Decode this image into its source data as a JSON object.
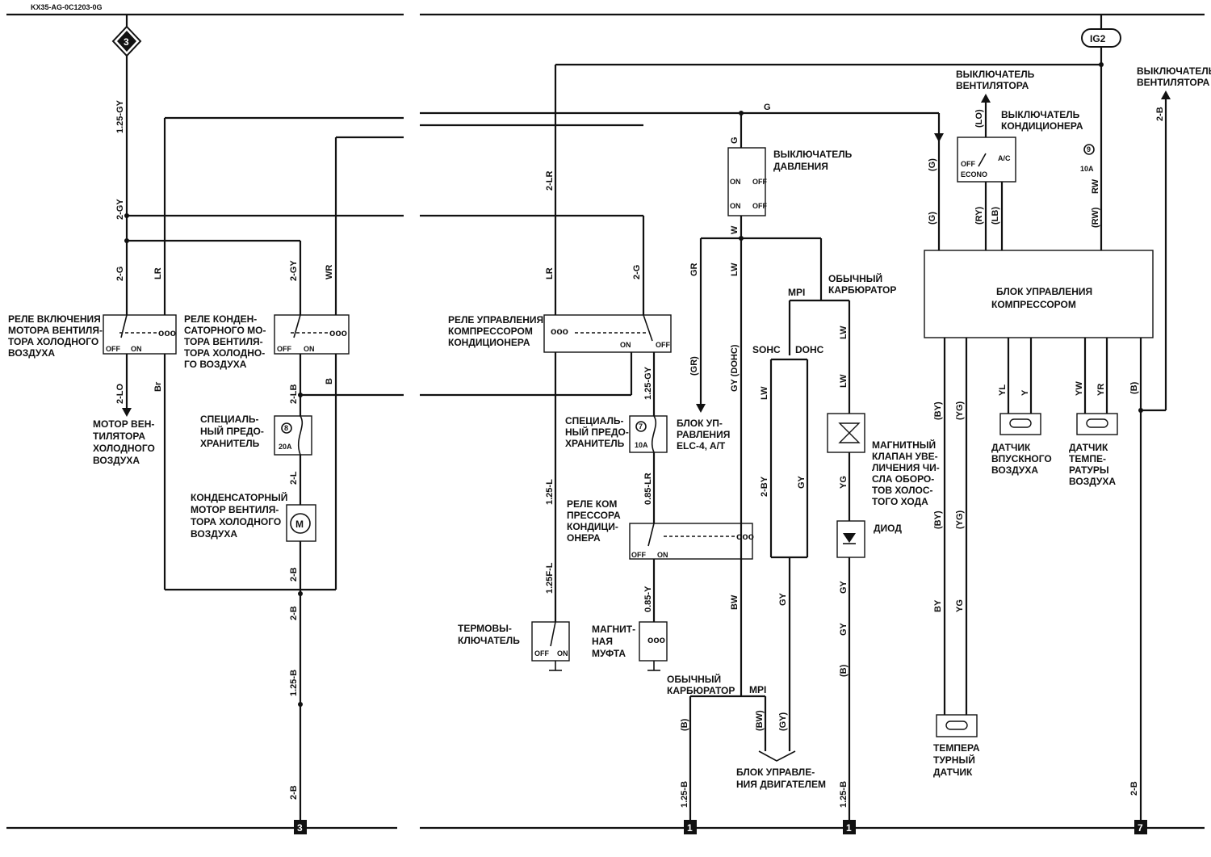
{
  "doc_code": "KX35-AG-0C1203-0G",
  "connectors": {
    "top_left": "3",
    "bottom_left": "3",
    "bottom_mid1": "1",
    "bottom_mid2": "1",
    "bottom_right": "7",
    "ig2": "IG2"
  },
  "labels": {
    "relay_fan_motor": [
      "РЕЛЕ ВКЛЮЧЕНИЯ",
      "МОТОРА ВЕНТИЛЯ-",
      "ТОРА ХОЛОДНОГО",
      "ВОЗДУХА"
    ],
    "relay_condenser_motor": [
      "РЕЛЕ КОНДЕН-",
      "САТОРНОГО МО-",
      "ТОРА ВЕНТИЛЯ-",
      "ТОРА ХОЛОДНО-",
      "ГО ВОЗДУХА"
    ],
    "fan_motor": [
      "МОТОР ВЕН-",
      "ТИЛЯТОРА",
      "ХОЛОДНОГО",
      "ВОЗДУХА"
    ],
    "special_fuse_1": [
      "СПЕЦИАЛЬ-",
      "НЫЙ ПРЕДО-",
      "ХРАНИТЕЛЬ"
    ],
    "condenser_motor": [
      "КОНДЕНСАТОРНЫЙ",
      "МОТОР ВЕНТИЛЯ-",
      "ТОРА ХОЛОДНОГО",
      "ВОЗДУХА"
    ],
    "relay_compressor_ac": [
      "РЕЛЕ УПРАВЛЕНИЯ",
      "КОМПРЕССОРОМ",
      "КОНДИЦИОНЕРА"
    ],
    "special_fuse_2": [
      "СПЕЦИАЛЬ-",
      "НЫЙ ПРЕДО-",
      "ХРАНИТЕЛЬ"
    ],
    "ecu_at": [
      "БЛОК УП-",
      "РАВЛЕНИЯ",
      "ELC-4, A/T"
    ],
    "relay_compressor_2": [
      "РЕЛЕ КОМ",
      "ПРЕССОРА",
      "КОНДИЦИ-",
      "ОНЕРА"
    ],
    "thermo_switch": [
      "ТЕРМОВЫ-",
      "КЛЮЧАТЕЛЬ"
    ],
    "magnetic_clutch": [
      "МАГНИТ-",
      "НАЯ",
      "МУФТА"
    ],
    "pressure_switch": [
      "ВЫКЛЮЧАТЕЛЬ",
      "ДАВЛЕНИЯ"
    ],
    "carb_top": [
      "ОБЫЧНЫЙ",
      "КАРБЮРАТОР"
    ],
    "mpi": "MPI",
    "sohc": "SOHC",
    "dohc": "DOHC",
    "carb_bottom": [
      "ОБЫЧНЫЙ",
      "КАРБЮРАТОР"
    ],
    "engine_ecu": [
      "БЛОК УПРАВЛЕ-",
      "НИЯ ДВИГАТЕЛЕМ"
    ],
    "idle_valve": [
      "МАГНИТНЫЙ",
      "КЛАПАН УВЕ-",
      "ЛИЧЕНИЯ ЧИ-",
      "СЛА ОБОРО-",
      "ТОВ ХОЛОС-",
      "ТОГО ХОДА"
    ],
    "diode": "ДИОД",
    "fan_switch_1": [
      "ВЫКЛЮЧАТЕЛЬ",
      "ВЕНТИЛЯТОРА"
    ],
    "ac_switch": [
      "ВЫКЛЮЧАТЕЛЬ",
      "КОНДИЦИОНЕРА"
    ],
    "fan_switch_2": [
      "ВЫКЛЮЧАТЕЛЬ",
      "ВЕНТИЛЯТОРА"
    ],
    "compressor_ecu": [
      "БЛОК УПРАВЛЕНИЯ",
      "КОМПРЕССОРОМ"
    ],
    "intake_sensor": [
      "ДАТЧИК",
      "ВПУСКНОГО",
      "ВОЗДУХА"
    ],
    "air_temp_sensor": [
      "ДАТЧИК",
      "ТЕМПЕ-",
      "РАТУРЫ",
      "ВОЗДУХА"
    ],
    "temp_sensor": [
      "ТЕМПЕРА",
      "ТУРНЫЙ",
      "ДАТЧИК"
    ]
  },
  "wires": {
    "w_125gy": "1.25-GY",
    "w_2gy_a": "2-GY",
    "w_2g_a": "2-G",
    "w_lr_a": "LR",
    "w_2gy_b": "2-GY",
    "w_wr": "WR",
    "w_2lo": "2-LO",
    "w_br": "Br",
    "w_2lb": "2-LB",
    "w_b": "B",
    "w_2l": "2-L",
    "w_2b_a": "2-B",
    "w_2b_b": "2-B",
    "w_125b": "1.25-B",
    "w_2b_c": "2-B",
    "w_2lr": "2-LR",
    "w_lr_b": "LR",
    "w_2g_b": "2-G",
    "w_125gy_b": "1.25-GY",
    "w_125l": "1.25-L",
    "w_085lr": "0.85-LR",
    "w_125fl": "1.25F-L",
    "w_085y": "0.85-Y",
    "w_g_top": "G",
    "w_g_v": "G",
    "w_w": "W",
    "w_gr": "GR",
    "w_lw": "LW",
    "w_gr_p": "(GR)",
    "w_gydohc": "GY (DOHC)",
    "w_bw": "BW",
    "w_b_p": "(B)",
    "w_bw_p": "(BW)",
    "w_gy_p": "(GY)",
    "w_125b_b": "1.25-B",
    "w_lw2": "LW",
    "w_2by": "2-BY",
    "w_gy_a": "GY",
    "w_gy_b": "GY",
    "w_lw_r1": "LW",
    "w_lw_r2": "LW",
    "w_yg": "YG",
    "w_gy_r": "GY",
    "w_gy_r2": "GY",
    "w_b_r": "(B)",
    "w_125b_r": "1.25-B",
    "w_g_p1": "(G)",
    "w_g_p2": "(G)",
    "w_lo_p": "(LO)",
    "w_ry_p": "(RY)",
    "w_lb_p": "(LB)",
    "w_rw": "RW",
    "w_rw_p": "(RW)",
    "w_2b_r": "2-B",
    "w_by_p": "(BY)",
    "w_yg_p": "(YG)",
    "w_yl": "YL",
    "w_y": "Y",
    "w_yw": "YW",
    "w_yr": "YR",
    "w_b_p2": "(B)",
    "w_by_p2": "(BY)",
    "w_yg_p2": "(YG)",
    "w_by": "BY",
    "w_yg2": "YG",
    "w_2b_rr": "2-B"
  },
  "fuse": {
    "f1_num": "8",
    "f1_amp": "20A",
    "f2_num": "7",
    "f2_amp": "10A",
    "f3_num": "9",
    "f3_amp": "10A"
  },
  "relay_text": {
    "off": "OFF",
    "on": "ON",
    "acsw_off": "OFF",
    "acsw_econo": "ECONO",
    "acsw_ac": "A/C"
  }
}
